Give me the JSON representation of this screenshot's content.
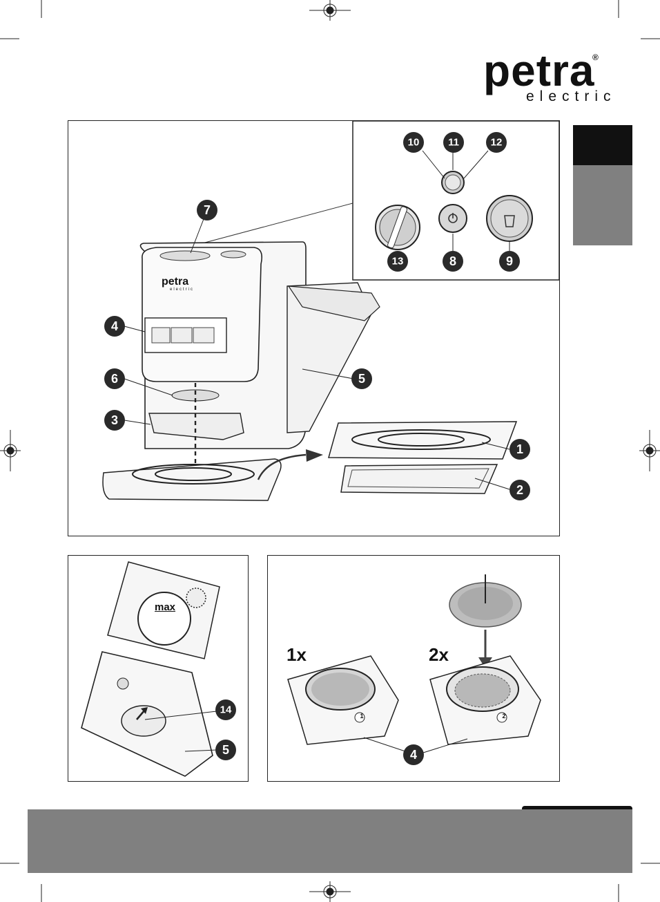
{
  "brand": {
    "name": "petra",
    "subtitle": "electric",
    "registered": "®"
  },
  "machine_logo": {
    "name": "petra",
    "subtitle": "electric"
  },
  "callouts": {
    "c1": "1",
    "c2": "2",
    "c3": "3",
    "c4": "4",
    "c5": "5",
    "c6": "6",
    "c7": "7",
    "c8": "8",
    "c9": "9",
    "c10": "10",
    "c11": "11",
    "c12": "12",
    "c13": "13",
    "c14": "14"
  },
  "tank": {
    "max_label": "max"
  },
  "pad_holders": {
    "single_label": "1x",
    "double_label": "2x",
    "mark_single": "1",
    "mark_double": "2"
  },
  "colors": {
    "tab_dark": "#111111",
    "tab_grey": "#808080",
    "footer_grey": "#808080",
    "callout": "#2a2a2a"
  }
}
